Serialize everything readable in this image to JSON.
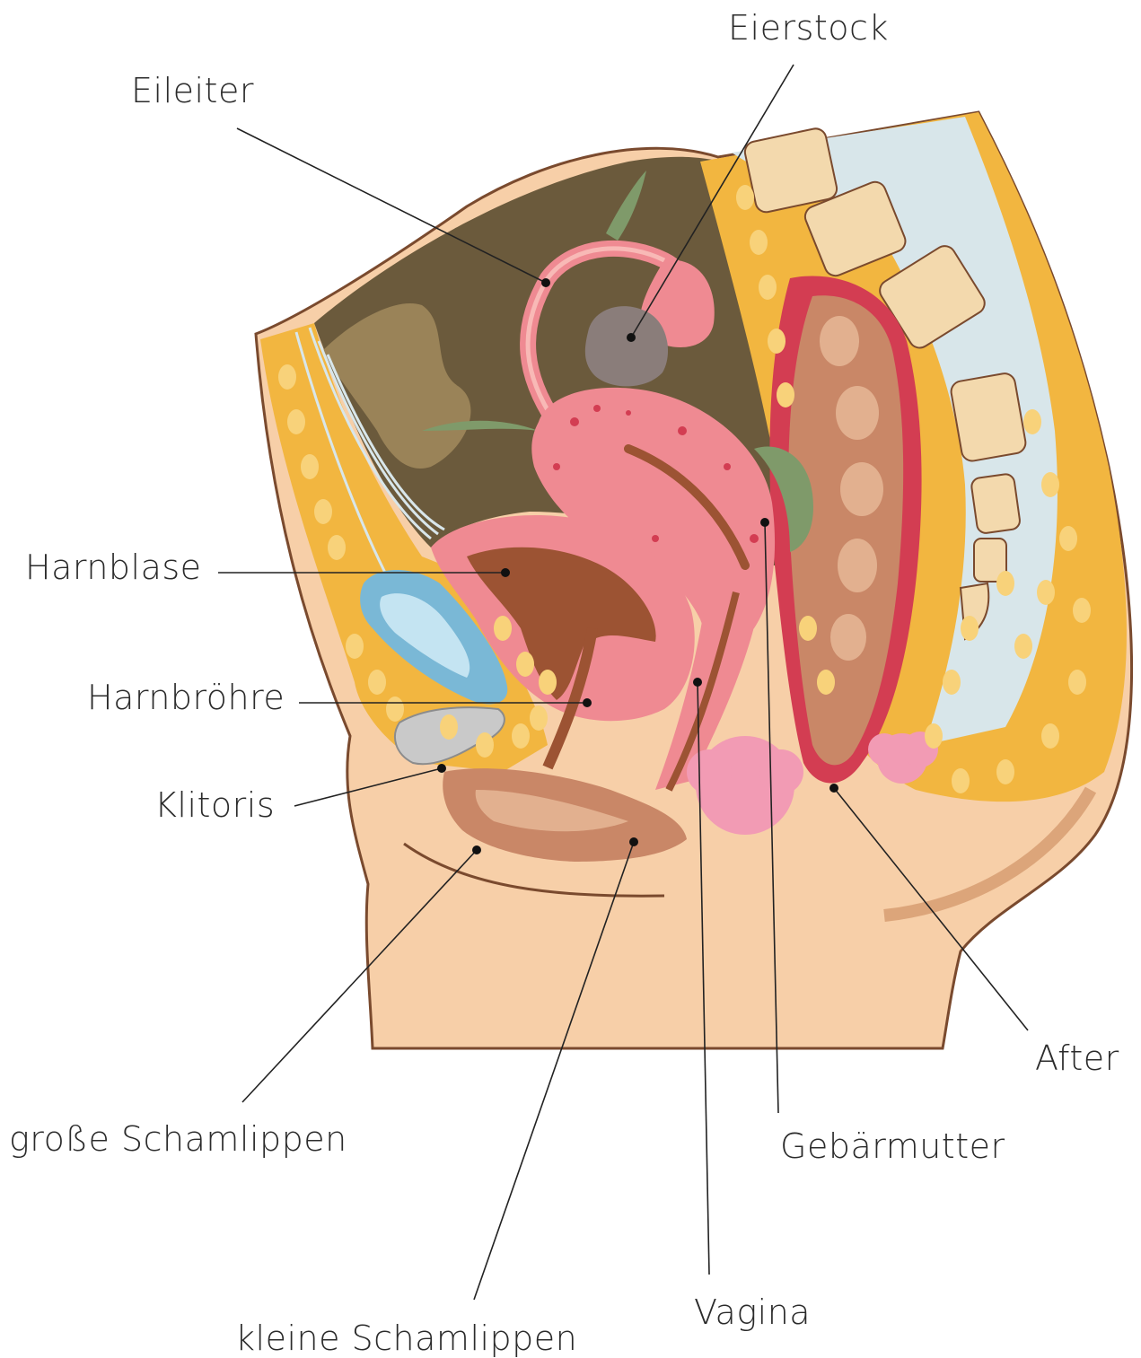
{
  "labels": {
    "eierstock": "Eierstock",
    "eileiter": "Eileiter",
    "harnblase": "Harnblase",
    "harnroehre": "Harnbröhre",
    "klitoris": "Klitoris",
    "after": "After",
    "grosse_schamlippen": "große Schamlippen",
    "gebaermutter": "Gebärmutter",
    "vagina": "Vagina",
    "kleine_schamlippen": "kleine Schamlippen"
  },
  "colors": {
    "skin": "#f7cfa8",
    "skin_shadow": "#dca57a",
    "skin_outline": "#7a4a2e",
    "fat": "#f2b640",
    "fat_blob": "#f8d27a",
    "cavity": "#6b5a3c",
    "cavity_light": "#9a8358",
    "uterus": "#ef8a92",
    "uterus_dark": "#d33d52",
    "uterus_light": "#f8b9b6",
    "bladder_inner": "#9c5333",
    "rectum": "#c98767",
    "rectum_light": "#e2b08f",
    "vertebra": "#f3d9ad",
    "ligament": "#d8e6ea",
    "pubic_bone": "#7ab8d6",
    "pubic_bone_light": "#c4e4f2",
    "ovary": "#8a7d7a",
    "leaf": "#7f9a6a",
    "lymph": "#f29bb4"
  }
}
